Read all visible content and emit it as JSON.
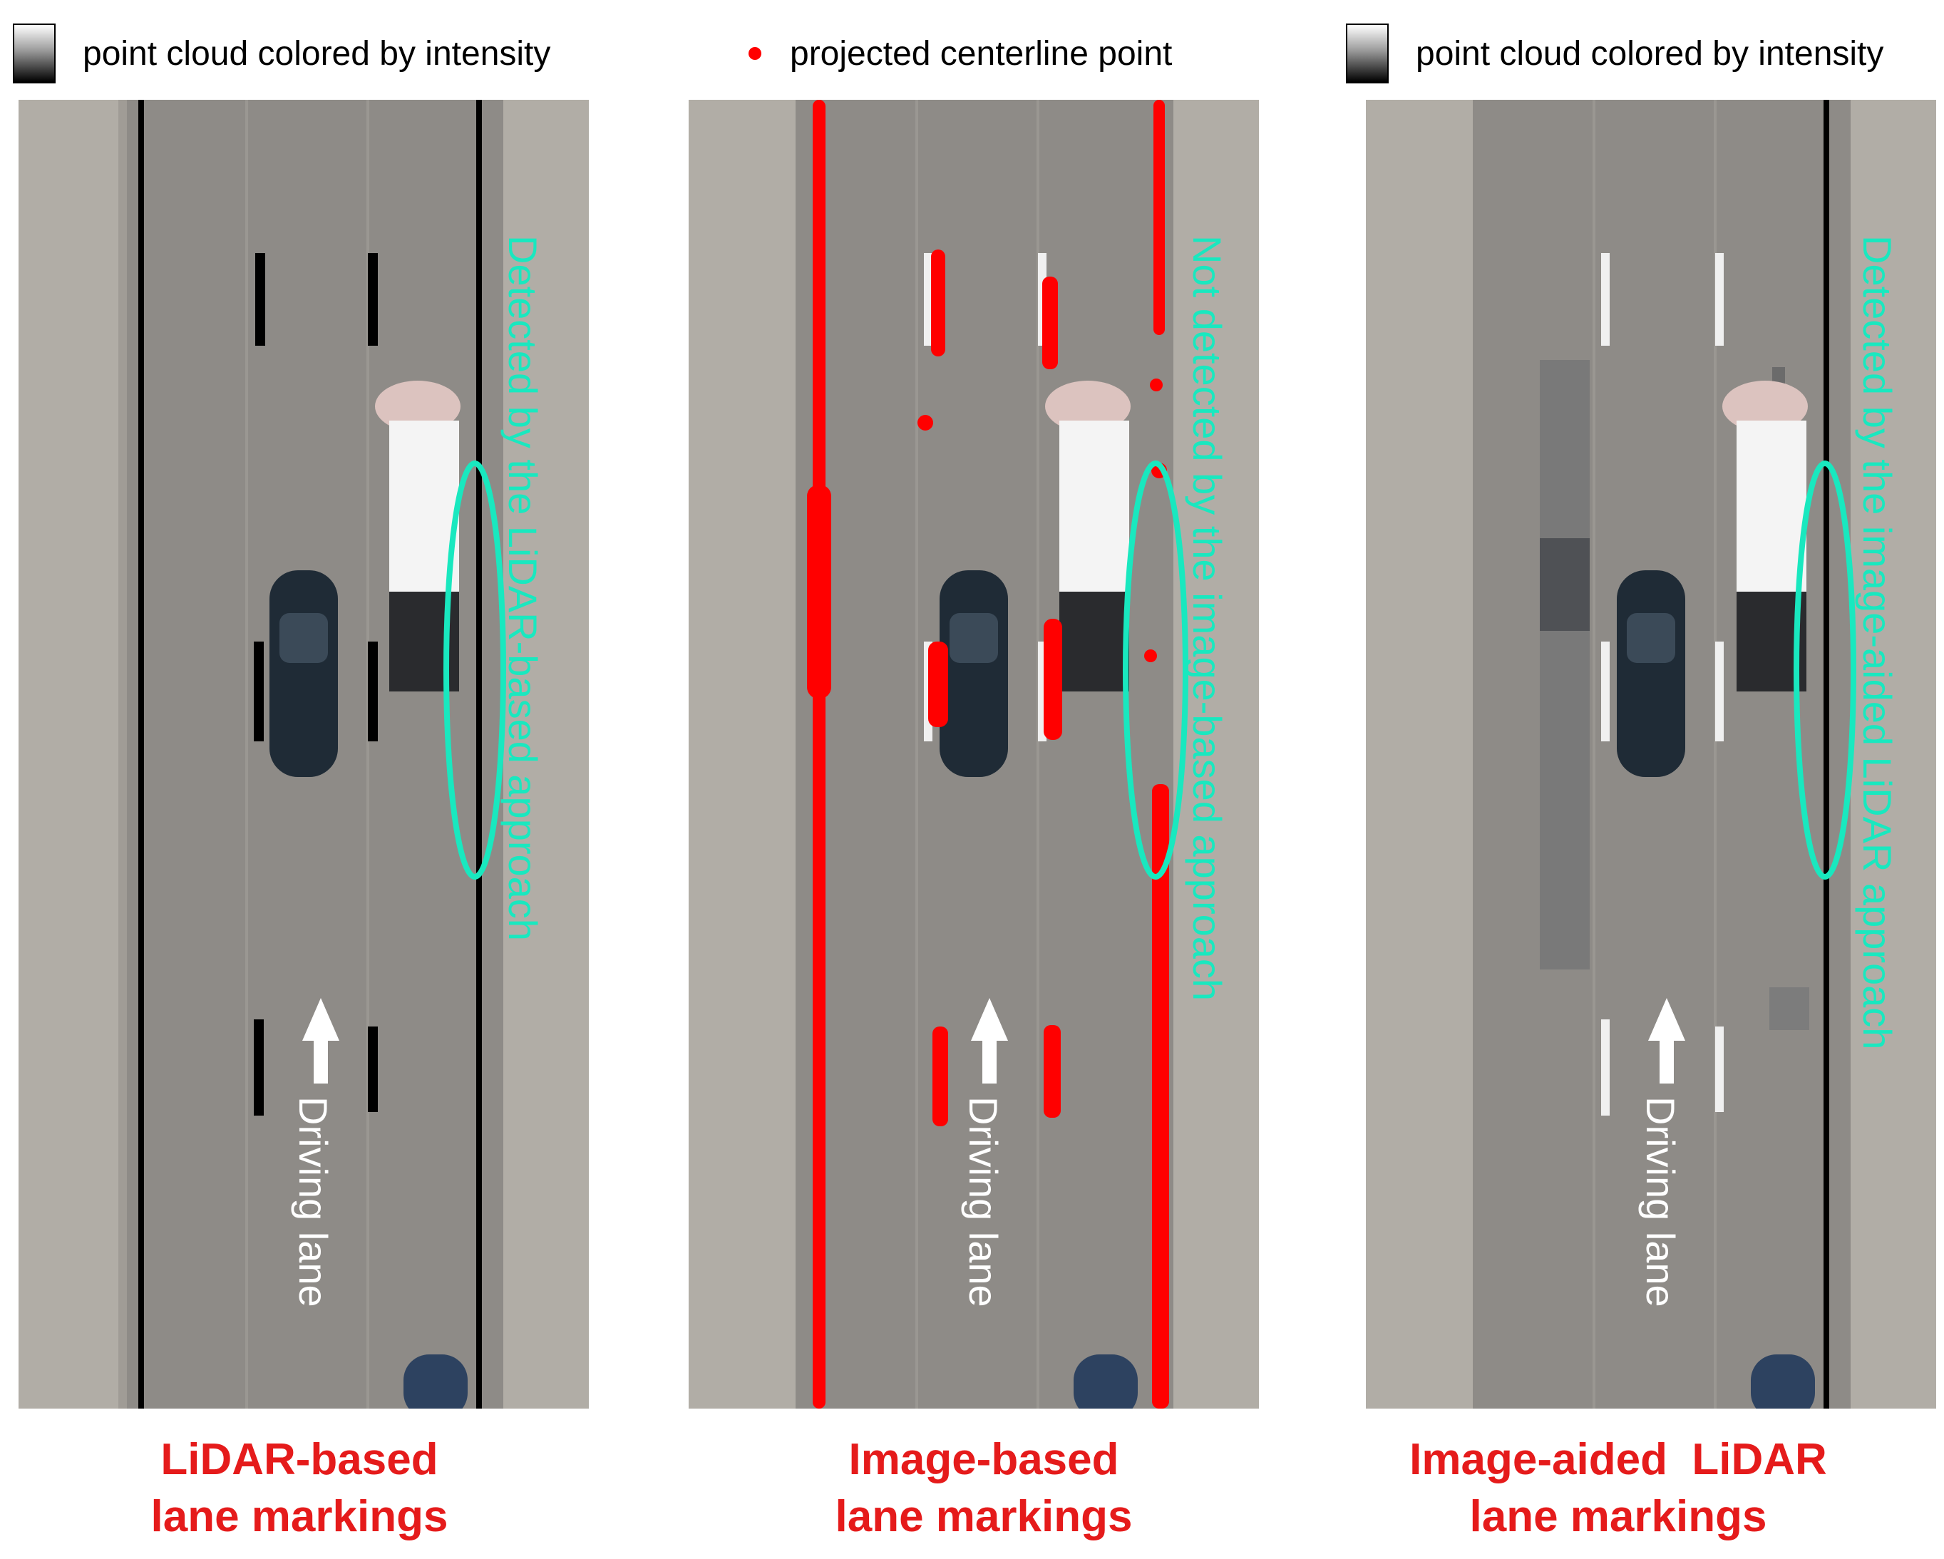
{
  "figure": {
    "panels": [
      {
        "legend": {
          "icon": "intensity-gradient-swatch",
          "label": "point cloud colored by intensity"
        },
        "annotation": "Detected by the LiDAR-based approach",
        "lane_label": "Driving lane",
        "caption_line1": "LiDAR-based",
        "caption_line2": "lane markings"
      },
      {
        "legend": {
          "icon": "red-point-marker",
          "label": "projected centerline point"
        },
        "annotation": "Not detected by the image-based approach",
        "lane_label": "Driving lane",
        "caption_line1": "Image-based",
        "caption_line2": "lane markings"
      },
      {
        "legend": {
          "icon": "intensity-gradient-swatch",
          "label": "point cloud colored by intensity"
        },
        "annotation": "Detected by the image-aided LiDAR approach",
        "lane_label": "Driving lane",
        "caption_line1": "Image-aided  LiDAR",
        "caption_line2": "lane markings"
      }
    ]
  },
  "colors": {
    "road": "#8e8b87",
    "shoulder": "#b1ada6",
    "marking": "#000000",
    "projected_point": "#ff0000",
    "ellipse": "#19e8bf",
    "caption": "#e51b1b"
  }
}
